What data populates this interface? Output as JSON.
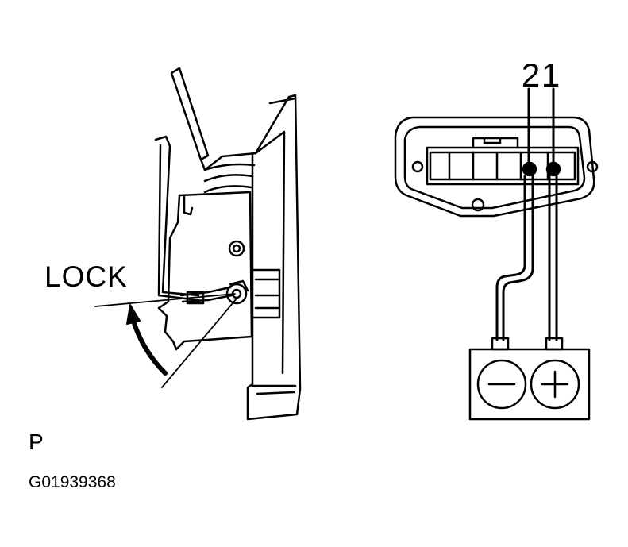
{
  "lock_label": "LOCK",
  "pin_2": "2",
  "pin_1": "1",
  "view_label": "P",
  "figure_code": "G01939368",
  "battery": {
    "negative_symbol": "−",
    "positive_symbol": "+"
  }
}
